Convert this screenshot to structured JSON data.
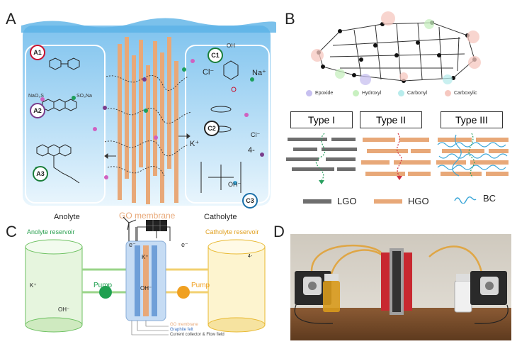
{
  "panel_a": {
    "letter": "A",
    "anolyte_label": "Anolyte",
    "catholyte_label": "Catholyte",
    "membrane_label": "GO membrane",
    "molecules": [
      {
        "id": "A1",
        "color": "#c8102e"
      },
      {
        "id": "A2",
        "color": "#7a3d8c"
      },
      {
        "id": "A3",
        "color": "#1b7e3a"
      },
      {
        "id": "C1",
        "color": "#1b7e3a"
      },
      {
        "id": "C2",
        "color": "#222222"
      },
      {
        "id": "C3",
        "color": "#1a6fa8"
      }
    ],
    "a2_sub_left": "NaO₃S",
    "a2_sub_right": "SO₃Na",
    "ions": {
      "cl": "Cl⁻",
      "na": "Na⁺",
      "k": "K⁺",
      "oh": "OH⁻",
      "four_minus": "4-",
      "cl2": "Cl⁻",
      "oh_group": "OH"
    }
  },
  "panel_b": {
    "letter": "B",
    "legend": [
      {
        "label": "Epoxide",
        "color": "#c7c0f0"
      },
      {
        "label": "Hydroxyl",
        "color": "#c8f0c0"
      },
      {
        "label": "Carbonyl",
        "color": "#b8ecec"
      },
      {
        "label": "Carboxylic",
        "color": "#f6c8c0"
      }
    ],
    "types": [
      "Type I",
      "Type II",
      "Type III"
    ],
    "bottom_legend": [
      {
        "label": "LGO",
        "color": "#6e6e6e"
      },
      {
        "label": "HGO",
        "color": "#e8a878"
      },
      {
        "label": "BC",
        "color": "#3aa6d8"
      }
    ]
  },
  "panel_c": {
    "letter": "C",
    "anolyte_reservoir": "Anolyte reservoir",
    "catholyte_reservoir": "Catholyte reservoir",
    "pump_left": "Pump",
    "pump_right": "Pump",
    "e_left": "e⁻",
    "e_right": "e⁻",
    "cell_k": "K⁺",
    "cell_oh": "OH⁻",
    "res_k": "K⁺",
    "res_oh": "OH⁻",
    "res_four": "4-",
    "cell_labels": [
      "GO membrane",
      "Graphite felt",
      "Current collector & Flow field"
    ]
  },
  "panel_d": {
    "letter": "D"
  }
}
